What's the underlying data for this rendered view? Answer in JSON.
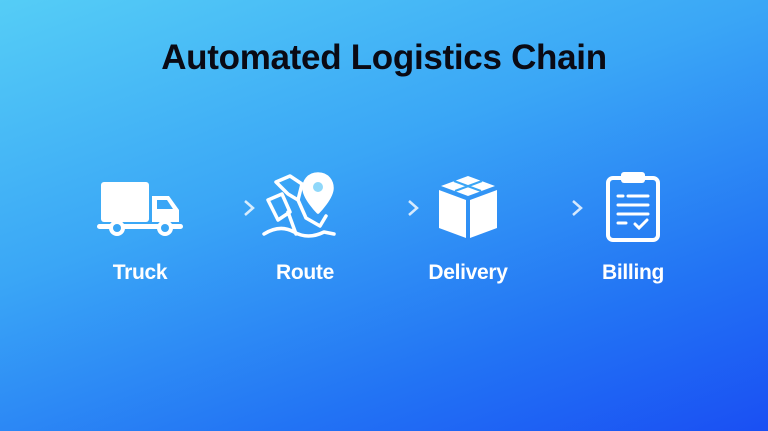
{
  "title": "Automated Logistics Chain",
  "steps": [
    {
      "label": "Truck",
      "icon": "truck-icon"
    },
    {
      "label": "Route",
      "icon": "map-pin-icon"
    },
    {
      "label": "Delivery",
      "icon": "package-icon"
    },
    {
      "label": "Billing",
      "icon": "clipboard-check-icon"
    }
  ],
  "colors": {
    "gradient_start": "#55cdf6",
    "gradient_end": "#1a4ff3",
    "title": "#0a0a14",
    "icon": "#ffffff"
  }
}
